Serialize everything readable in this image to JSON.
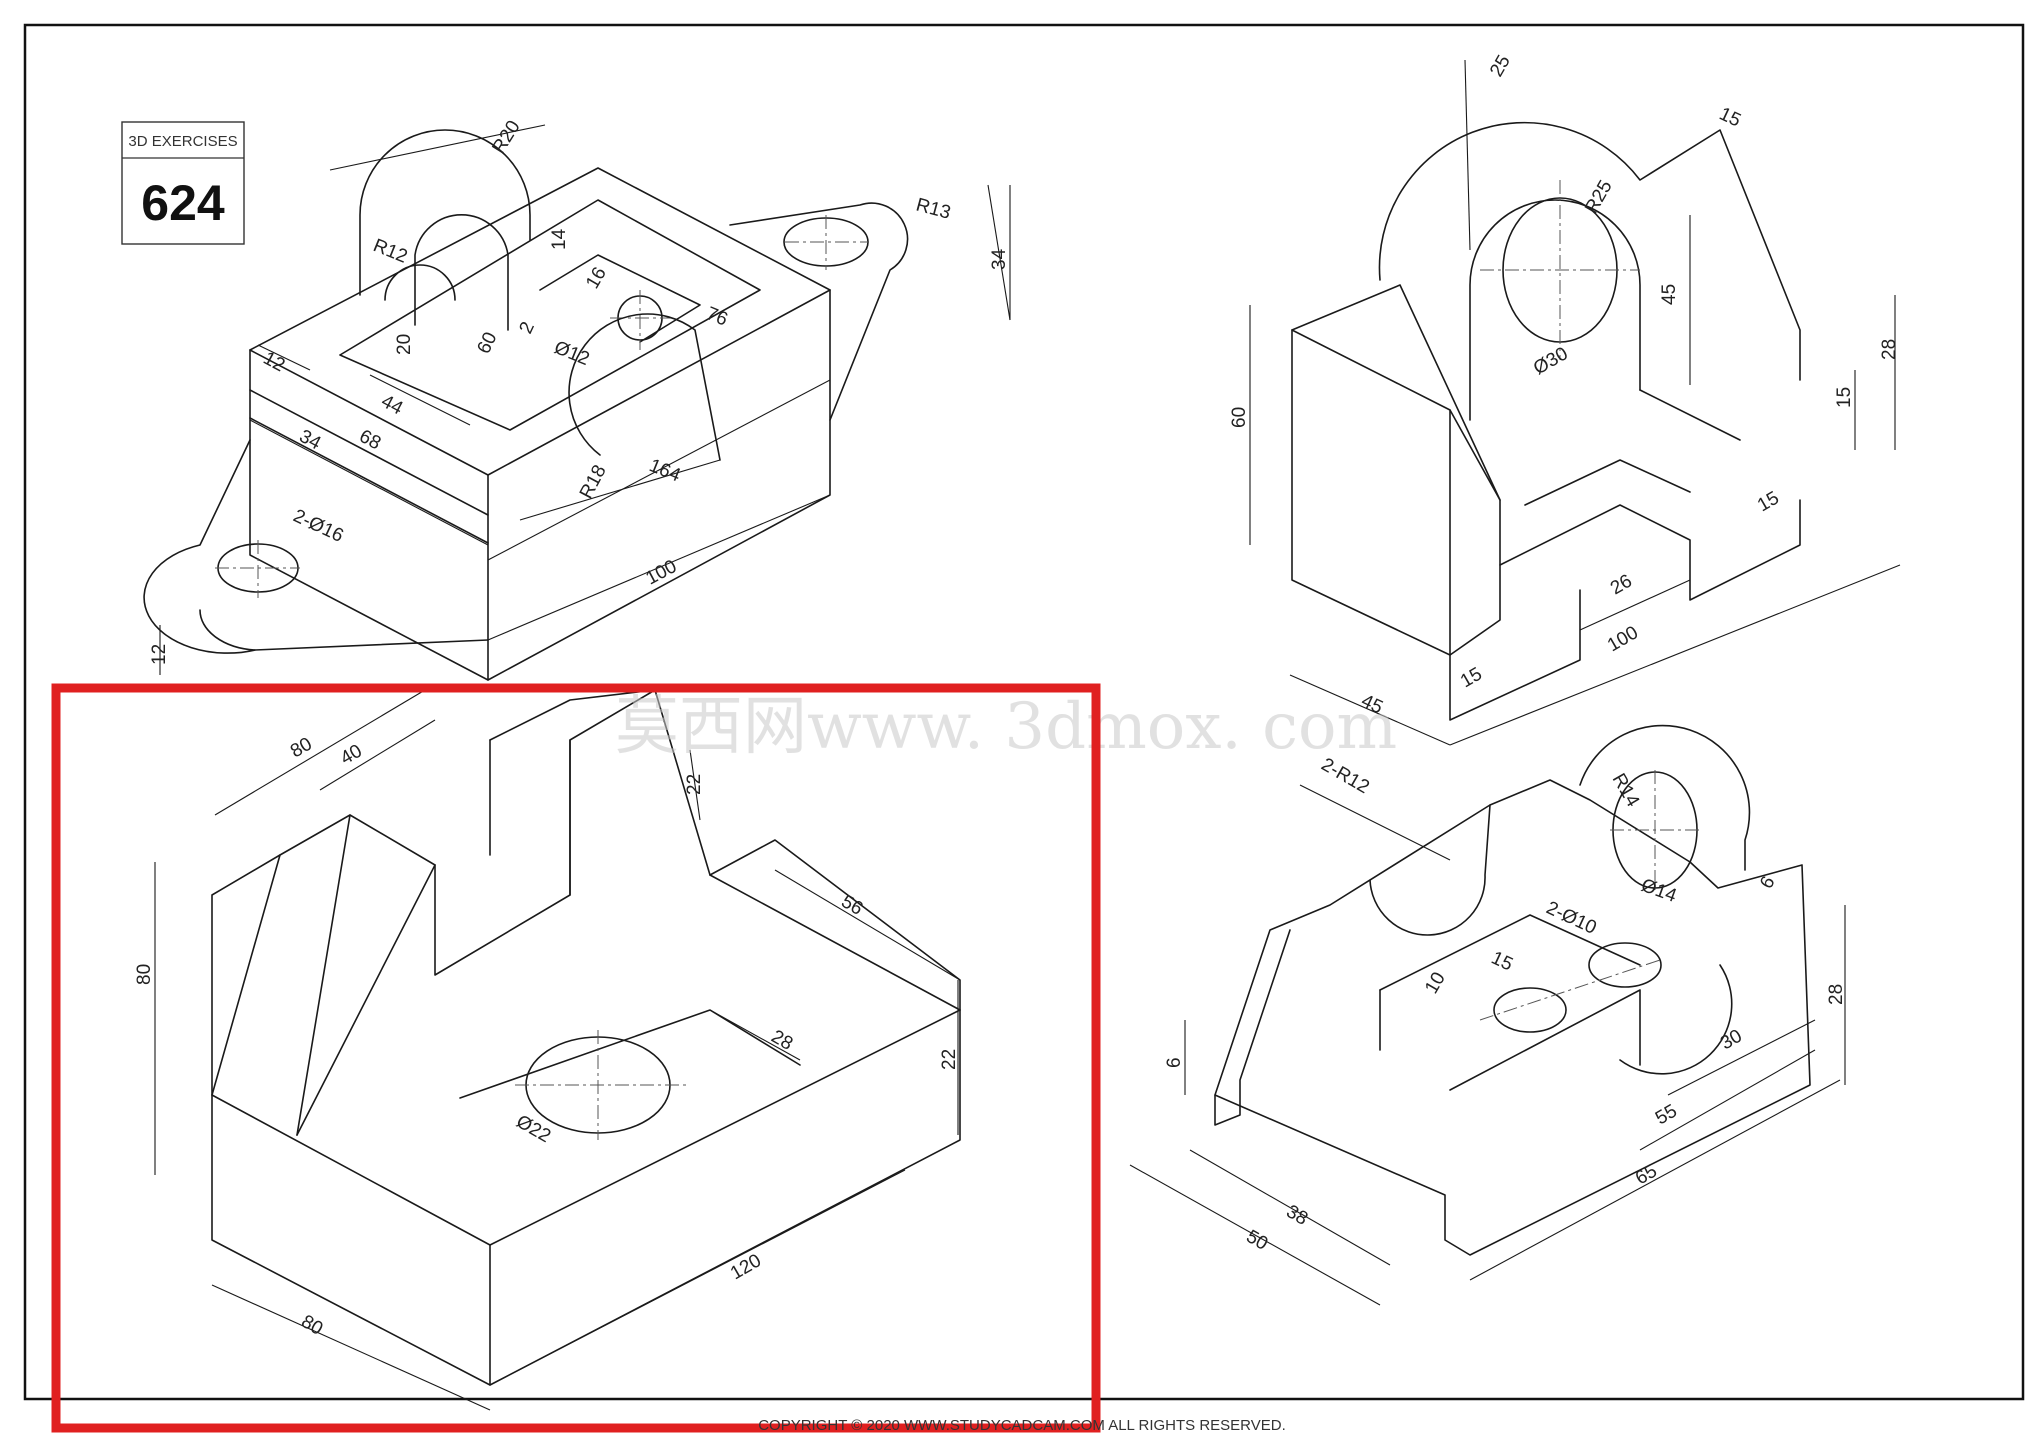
{
  "header_box": {
    "label": "3D EXERCISES",
    "number": "624"
  },
  "watermark": "莫西网www. 3dmox. com",
  "copyright": "COPYRIGHT © 2020 WWW.STUDYCADCAM.COM ALL RIGHTS RESERVED.",
  "highlight_color": "#e02020",
  "views": {
    "top_left": {
      "dims": [
        "R20",
        "R12",
        "14",
        "16",
        "R13",
        "34",
        "12",
        "20",
        "60",
        "2",
        "Ø12",
        "76",
        "44",
        "34",
        "68",
        "R18",
        "164",
        "2-Ø16",
        "100",
        "12"
      ]
    },
    "top_right": {
      "dims": [
        "25",
        "15",
        "R25",
        "45",
        "28",
        "60",
        "Ø30",
        "15",
        "15",
        "26",
        "100",
        "45",
        "15"
      ]
    },
    "bottom_left": {
      "dims": [
        "80",
        "40",
        "22",
        "80",
        "56",
        "28",
        "22",
        "Ø22",
        "120",
        "80"
      ]
    },
    "bottom_right": {
      "dims": [
        "2-R12",
        "R14",
        "Ø14",
        "6",
        "2-Ø10",
        "15",
        "10",
        "28",
        "30",
        "6",
        "55",
        "38",
        "65",
        "50"
      ]
    }
  }
}
